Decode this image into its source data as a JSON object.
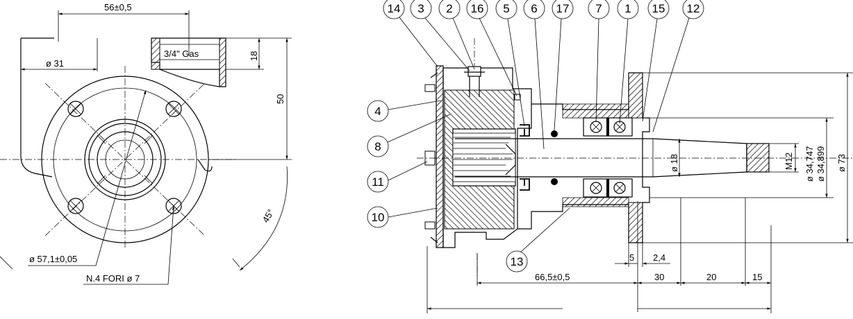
{
  "left_view": {
    "dim_width": "56±0,5",
    "dim_thread": "3/4\" Gas",
    "dim_dia31": "ø 31",
    "dim_18": "18",
    "dim_50": "50",
    "dim_angle": "45°",
    "dim_bolt_circle": "ø 57,1±0,05",
    "holes_note": "N.4 FORI ø 7"
  },
  "section_view": {
    "balloons": [
      "14",
      "3",
      "2",
      "16",
      "5",
      "6",
      "17",
      "7",
      "1",
      "15",
      "12",
      "4",
      "8",
      "11",
      "10",
      "13"
    ],
    "dim_shaft18": "ø 18",
    "dim_m12": "M12",
    "dim_fit_min": "ø 34,747",
    "dim_fit_max": "ø 34,899",
    "dim_73": "ø 73",
    "dim_5": "5",
    "dim_2_4": "2,4",
    "dim_66_5": "66,5±0,5",
    "dim_30": "30",
    "dim_20": "20",
    "dim_15": "15"
  }
}
